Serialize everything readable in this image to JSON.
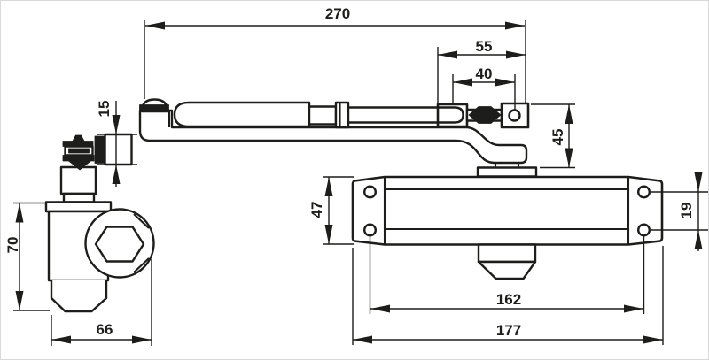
{
  "drawing": {
    "title": "door-closer-dimensional-drawing",
    "unit": "mm",
    "colors": {
      "line": "#1d1d1b",
      "background": "#ffffff"
    },
    "dimensions": {
      "arm_total_length": "270",
      "end_bracket_span": "55",
      "end_bracket_hole_offset": "40",
      "arm_to_body_height": "45",
      "shoe_plate_height": "15",
      "body_height": "47",
      "mounting_hole_gap_vertical": "19",
      "side_view_height": "70",
      "side_view_depth": "66",
      "mounting_hole_span": "162",
      "body_total_length": "177"
    }
  }
}
